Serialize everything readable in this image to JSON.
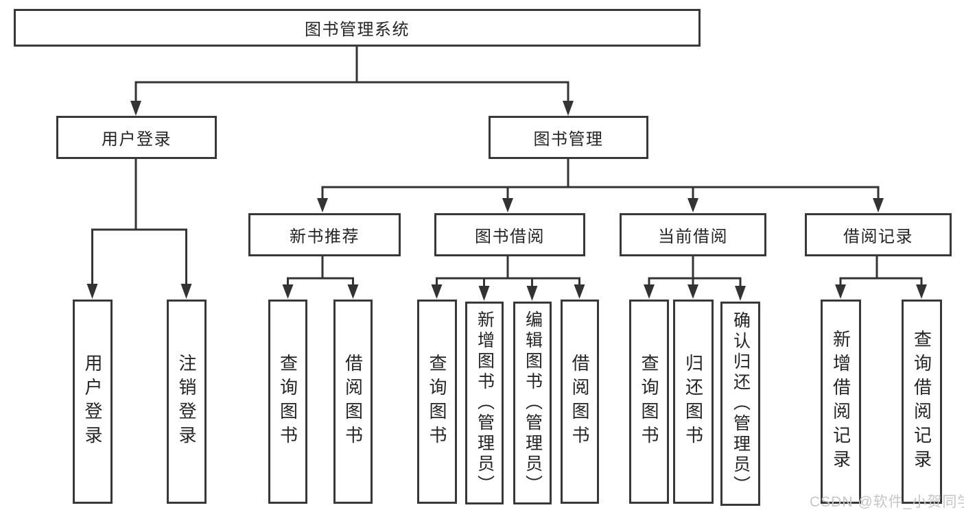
{
  "diagram_type": "hierarchy-chart",
  "tree": {
    "label": "图书管理系统",
    "children": [
      {
        "label": "用户登录",
        "children": [
          {
            "label": "用户登录"
          },
          {
            "label": "注销登录"
          }
        ]
      },
      {
        "label": "图书管理",
        "children": [
          {
            "label": "新书推荐",
            "children": [
              {
                "label": "查询图书"
              },
              {
                "label": "借阅图书"
              }
            ]
          },
          {
            "label": "图书借阅",
            "children": [
              {
                "label": "查询图书"
              },
              {
                "label": "新增图书（管理员）"
              },
              {
                "label": "编辑图书（管理员）"
              },
              {
                "label": "借阅图书"
              }
            ]
          },
          {
            "label": "当前借阅",
            "children": [
              {
                "label": "查询图书"
              },
              {
                "label": "归还图书"
              },
              {
                "label": "确认归还（管理员）"
              }
            ]
          },
          {
            "label": "借阅记录",
            "children": [
              {
                "label": "新增借阅记录"
              },
              {
                "label": "查询借阅记录"
              }
            ]
          }
        ]
      }
    ]
  },
  "watermark": "CSDN @软件_小贺同学",
  "colors": {
    "border": "#383838",
    "line": "#333333",
    "text": "#242424",
    "watermark": "#c6c6c6",
    "background": "#ffffff"
  }
}
